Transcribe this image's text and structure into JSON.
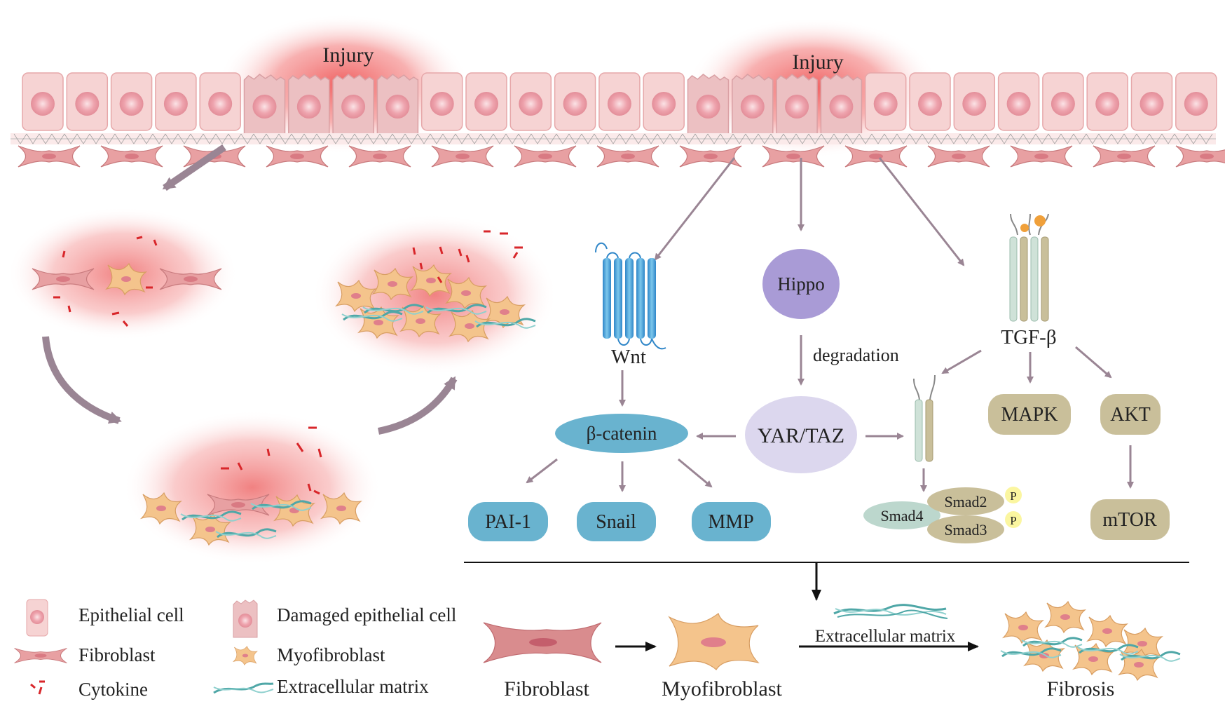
{
  "top": {
    "injury_labels": [
      "Injury",
      "Injury"
    ]
  },
  "pathways": {
    "wnt": {
      "receptor": "Wnt",
      "mediator": "β-catenin",
      "targets": [
        "PAI-1",
        "Snail",
        "MMP"
      ]
    },
    "hippo": {
      "node": "Hippo",
      "edge_label": "degradation",
      "effector": "YAR/TAZ"
    },
    "tgf": {
      "receptor": "TGF-β",
      "smads": [
        "Smad4",
        "Smad2",
        "Smad3"
      ],
      "phospho": [
        "P",
        "P"
      ],
      "kinases": [
        "MAPK",
        "AKT",
        "mTOR"
      ]
    }
  },
  "process": {
    "stages": [
      "Fibroblast",
      "Myofibroblast",
      "Fibrosis"
    ],
    "ecm_label": "Extracellular matrix"
  },
  "legend": {
    "items": [
      "Epithelial cell",
      "Damaged epithelial cell",
      "Fibroblast",
      "Myofibroblast",
      "Cytokine",
      "Extracellular matrix"
    ]
  },
  "colors": {
    "arrow": "#9a8594",
    "wnt_blue": "#69b3cf",
    "hippo_purple": "#a99bd6",
    "yap_lavender": "#dcd7ee",
    "tgf_khaki": "#c9bf9a",
    "smad_green": "#bcd7cd",
    "phospho_yellow": "#fbf6a0",
    "injury_red": "#ef6a6a",
    "myofibroblast_orange": "#f4c48c",
    "fibroblast_pink": "#d98c8e",
    "ecm_teal": "#4fa7a7"
  }
}
